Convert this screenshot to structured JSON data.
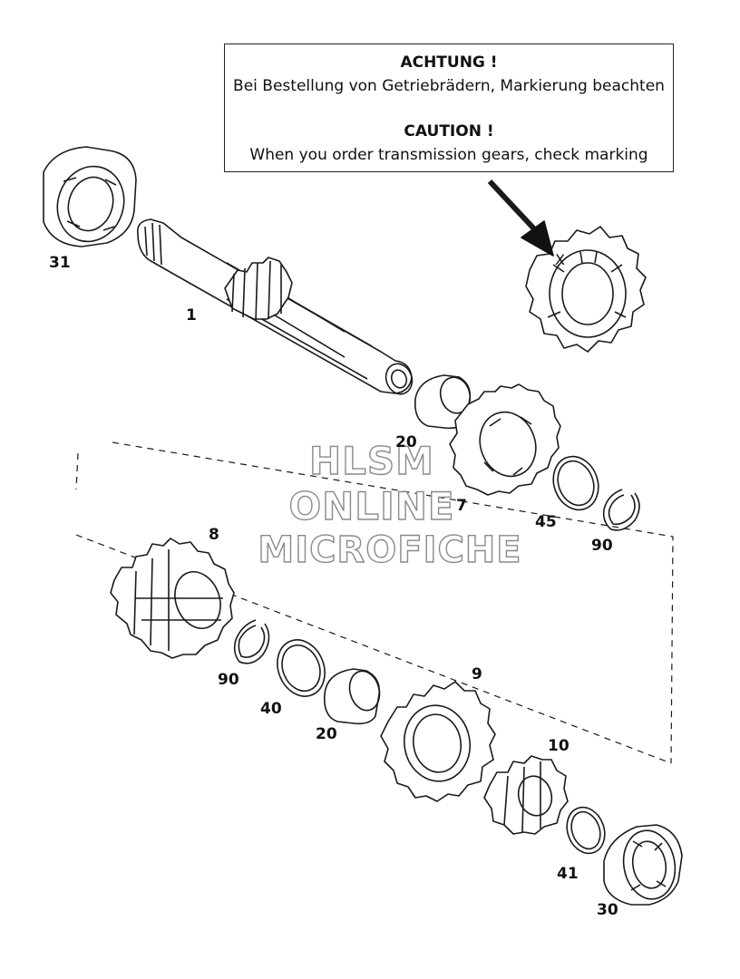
{
  "caution": {
    "heading_de": "ACHTUNG !",
    "text_de": "Bei Bestellung von Getriebrädern, Markierung beachten",
    "heading_en": "CAUTION !",
    "text_en": "When you order transmission gears, check marking"
  },
  "marking_symbol": "X",
  "watermark": {
    "line1": "HLSM",
    "line2": "ONLINE",
    "line3": "MICROFICHE"
  },
  "callouts": {
    "p31": "31",
    "p1": "1",
    "p20a": "20",
    "p7": "7",
    "p45": "45",
    "p90a": "90",
    "p8": "8",
    "p90b": "90",
    "p40": "40",
    "p20b": "20",
    "p9": "9",
    "p10": "10",
    "p41": "41",
    "p30": "30"
  }
}
